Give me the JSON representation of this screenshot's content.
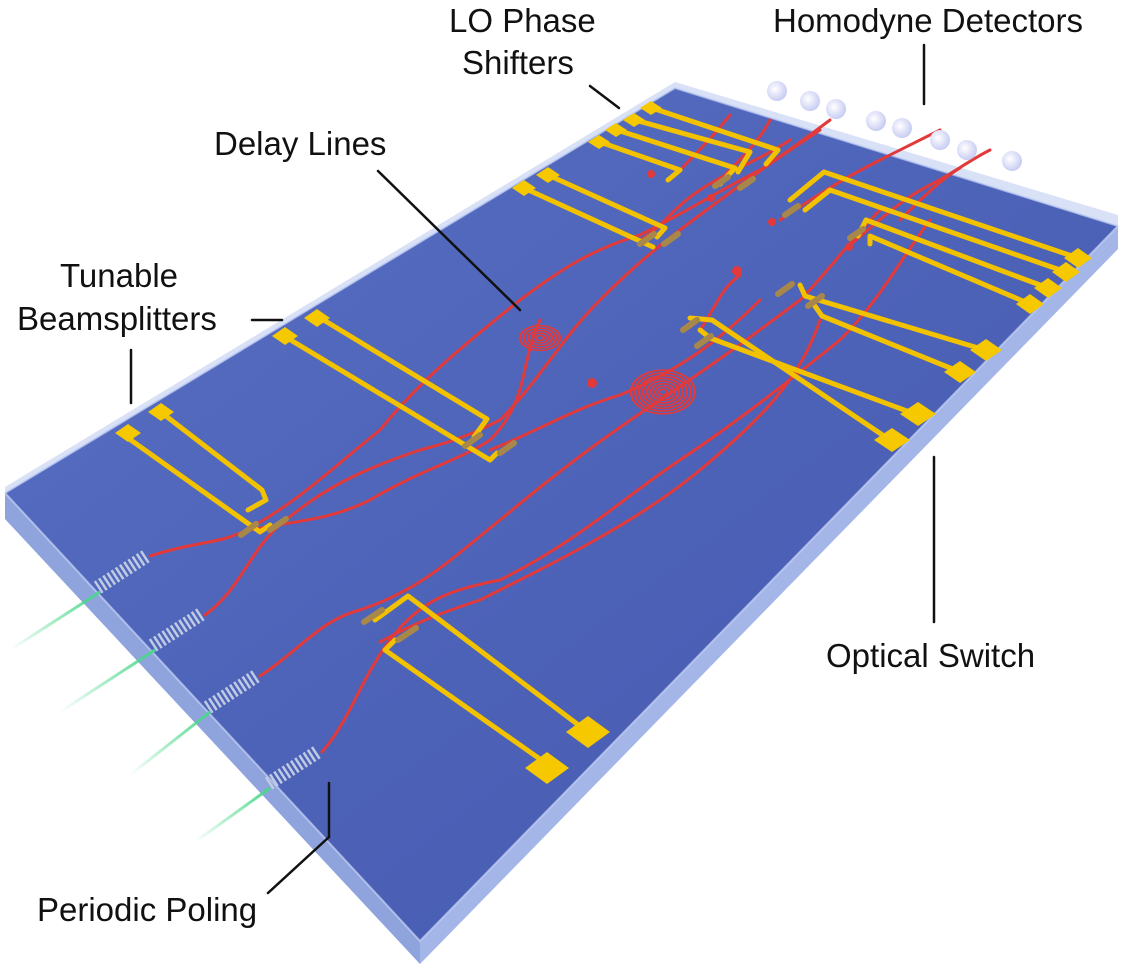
{
  "labels": {
    "lo_phase_shifters_line1": "LO Phase",
    "lo_phase_shifters_line2": "Shifters",
    "homodyne_detectors": "Homodyne Detectors",
    "delay_lines": "Delay Lines",
    "tunable_beamsplitters_line1": "Tunable",
    "tunable_beamsplitters_line2": "Beamsplitters",
    "optical_switch": "Optical Switch",
    "periodic_poling": "Periodic Poling"
  },
  "colors": {
    "chip_top": "#4e63b8",
    "chip_edge_front": "#7f93d6",
    "chip_edge_right": "#9aaee2",
    "cladding": "#a9bdf0",
    "waveguide": "#e23a3a",
    "electrode": "#f2c200",
    "electrode_pad": "#f5c800",
    "heater": "#a8874a",
    "fiber": "#49d889",
    "grating": "#b9c7df",
    "detector": "#e6e8fb",
    "text": "#111111"
  }
}
